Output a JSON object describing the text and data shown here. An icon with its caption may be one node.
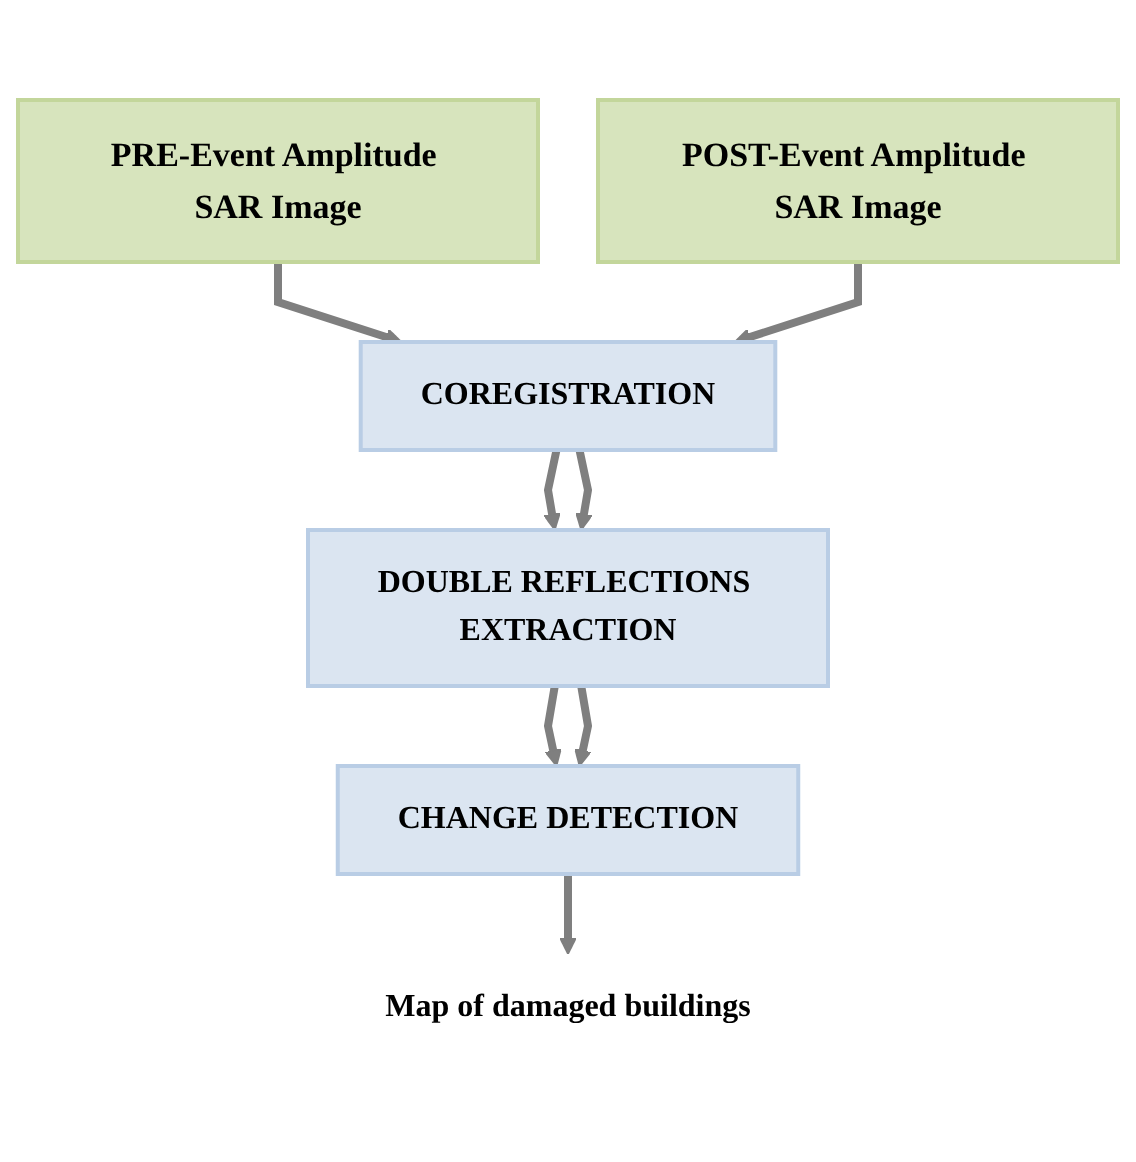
{
  "diagram": {
    "nodes": [
      {
        "text": [
          "PRE-Event Amplitude SAR Image"
        ]
      },
      {
        "text": [
          "POST-Event Amplitude SAR Image"
        ]
      },
      {
        "text": [
          "COREGISTRATION"
        ]
      },
      {
        "text": [
          "DOUBLE REFLECTIONS EXTRACTION"
        ]
      },
      {
        "text": [
          "CHANGE DETECTION"
        ]
      },
      {
        "text": [
          "Map of damaged buildings"
        ]
      }
    ],
    "edges": [
      {
        "from": 0,
        "to": 2,
        "arrow": "to"
      },
      {
        "from": 1,
        "to": 2,
        "arrow": "to"
      },
      {
        "from": 2,
        "to": 3,
        "arrow": "to"
      },
      {
        "from": 2,
        "to": 3,
        "arrow": "to"
      },
      {
        "from": 3,
        "to": 4,
        "arrow": "to"
      },
      {
        "from": 3,
        "to": 4,
        "arrow": "to"
      },
      {
        "from": 4,
        "to": 5,
        "arrow": "to"
      }
    ]
  }
}
